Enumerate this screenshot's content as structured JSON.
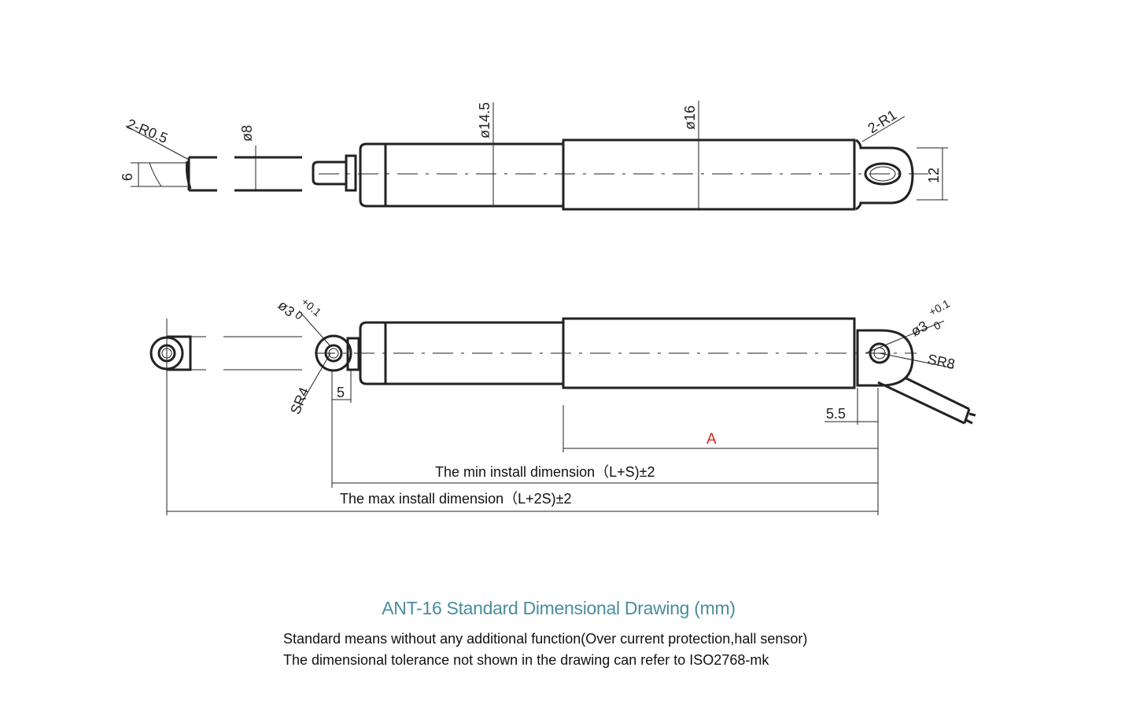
{
  "title": "ANT-16 Standard Dimensional Drawing  (mm)",
  "notes": [
    "Standard means without any additional function(Over current protection,hall sensor)",
    "The dimensional tolerance not shown in the drawing can refer to ISO2768-mk"
  ],
  "dimensions": {
    "r_tip": "2-R0.5",
    "tip_height": "6",
    "rod_dia": "ø8",
    "tube_dia": "ø14.5",
    "body_dia": "ø16",
    "r_end": "2-R1",
    "end_height": "12",
    "hole_front": "ø3",
    "hole_front_tol_upper": "+0.1",
    "hole_front_tol_lower": "0",
    "sr_front": "SR4",
    "offset_front": "5",
    "hole_rear": "ø3",
    "hole_rear_tol_upper": "+0.1",
    "hole_rear_tol_lower": "0",
    "sr_rear": "SR8",
    "offset_rear": "5.5",
    "a_label": "A",
    "min_install": "The min install dimension（L+S)±2",
    "max_install": "The max install dimension（L+2S)±2"
  },
  "colors": {
    "title": "#4a8c9e",
    "a_label": "#e02020",
    "lines": "#222222"
  }
}
